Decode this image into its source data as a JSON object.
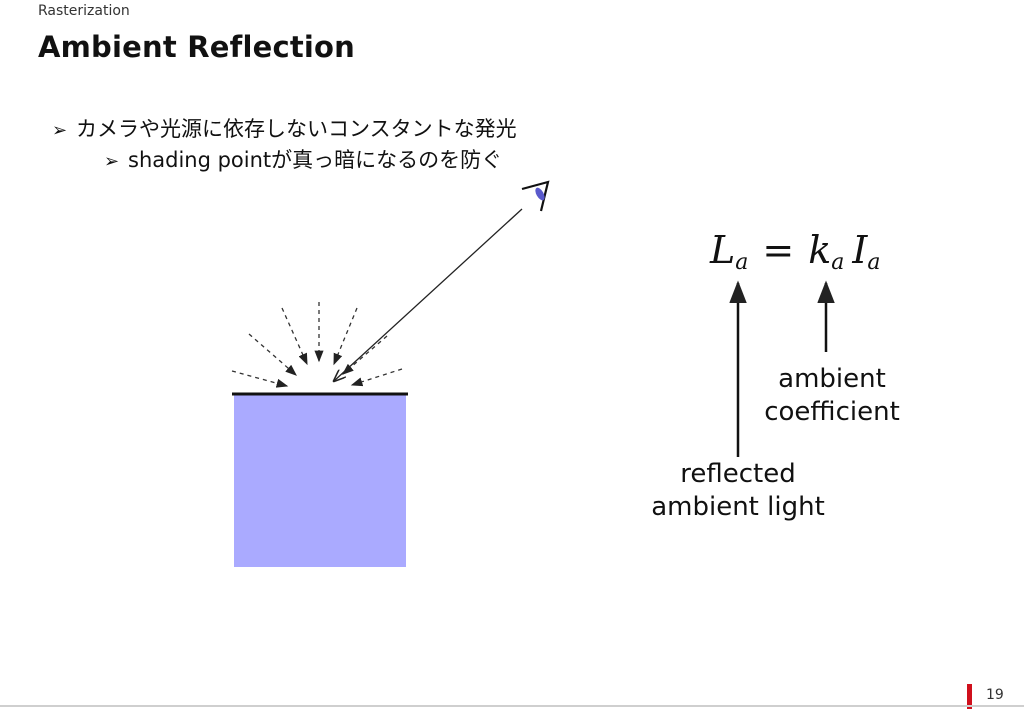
{
  "header": {
    "section": "Rasterization",
    "title": "Ambient Reflection"
  },
  "bullets": [
    {
      "marker": "➢",
      "text": "カメラや光源に依存しないコンスタントな発光"
    },
    {
      "marker": "➢",
      "text": "shading pointが真っ暗になるのを防ぐ"
    }
  ],
  "formula": {
    "L": "L",
    "L_sub": "a",
    "eq": "=",
    "k": "k",
    "k_sub": "a",
    "I": "I",
    "I_sub": "a"
  },
  "annotations": {
    "coefficient": [
      "ambient",
      "coefficient"
    ],
    "reflected": [
      "reflected",
      "ambient light"
    ]
  },
  "footer": {
    "page_number": "19"
  },
  "colors": {
    "surface": "#aaaaff",
    "accent": "#d0101c",
    "eye": "#5a5acc"
  }
}
